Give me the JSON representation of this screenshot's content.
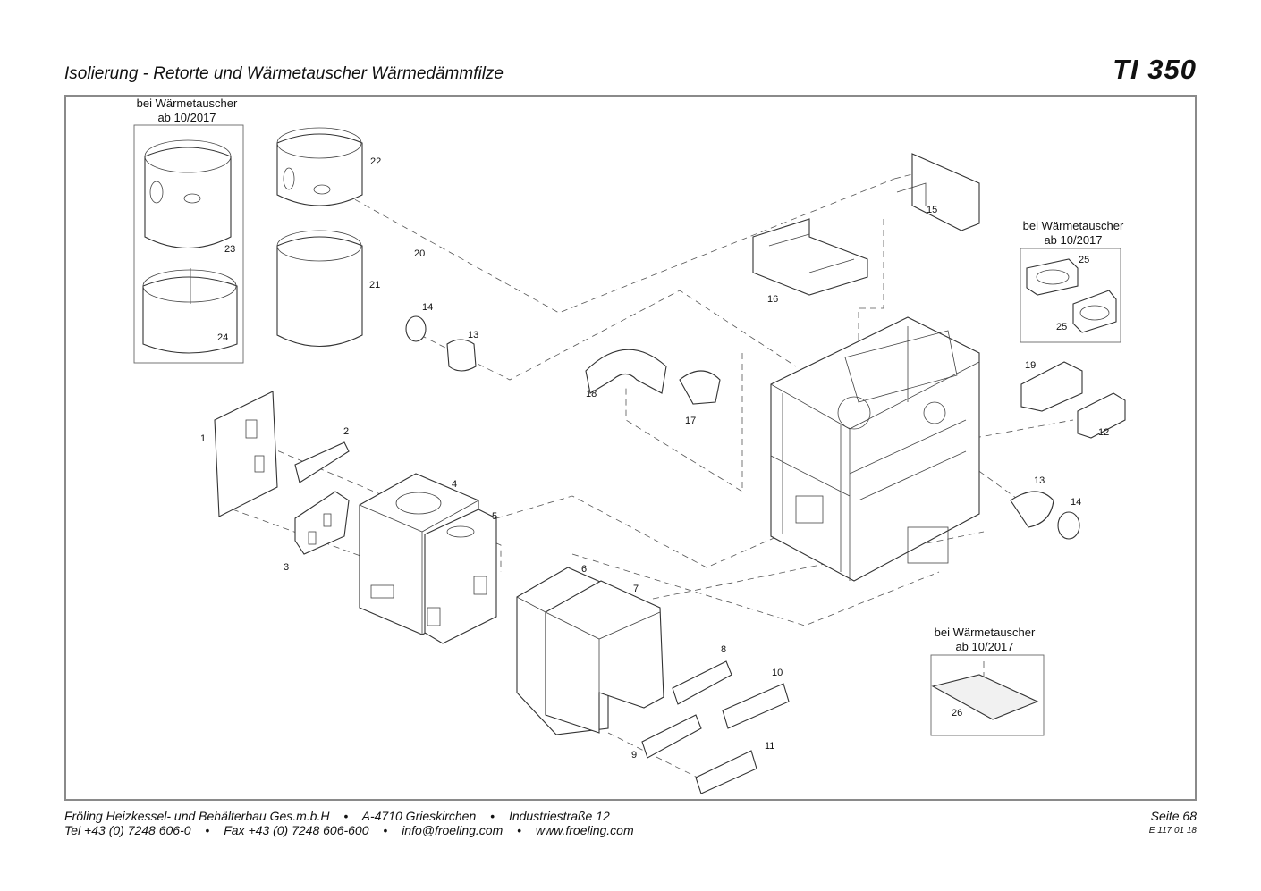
{
  "header": {
    "title": "Isolierung - Retorte und Wärmetauscher Wärmedämmfilze",
    "model": "TI 350"
  },
  "notes": {
    "variant_line1": "bei Wärmetauscher",
    "variant_line2": "ab 10/2017"
  },
  "parts": {
    "p1": "1",
    "p2": "2",
    "p3": "3",
    "p4": "4",
    "p5": "5",
    "p6": "6",
    "p7": "7",
    "p8": "8",
    "p9": "9",
    "p10": "10",
    "p11": "11",
    "p12": "12",
    "p13a": "13",
    "p13b": "13",
    "p14a": "14",
    "p14b": "14",
    "p15": "15",
    "p16": "16",
    "p17": "17",
    "p18": "18",
    "p19": "19",
    "p20": "20",
    "p21": "21",
    "p22": "22",
    "p23": "23",
    "p24": "24",
    "p25a": "25",
    "p25b": "25",
    "p26": "26"
  },
  "footer": {
    "company": "Fröling Heizkessel- und Behälterbau Ges.m.b.H",
    "address": "A-4710 Grieskirchen",
    "street": "Industriestraße 12",
    "phone": "Tel +43 (0) 7248 606-0",
    "fax": "Fax +43 (0) 7248 606-600",
    "email": "info@froeling.com",
    "web": "www.froeling.com",
    "bullet": "•",
    "page": "Seite 68",
    "doc_code": "E 117 01 18"
  }
}
